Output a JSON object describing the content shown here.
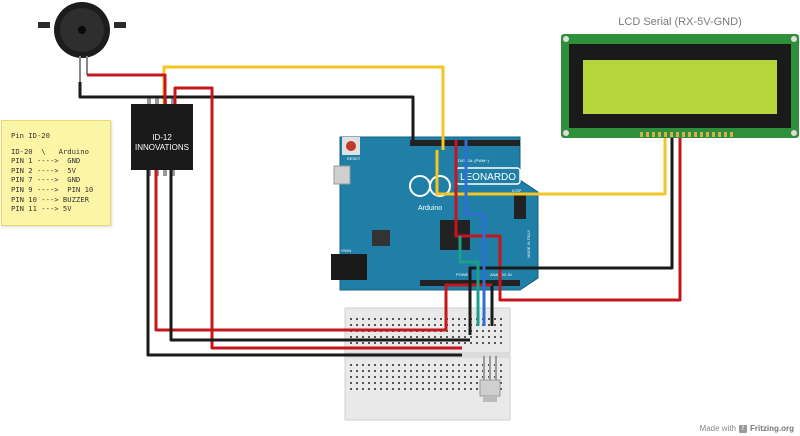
{
  "lcd": {
    "title": "LCD Serial (RX-5V-GND)"
  },
  "note": {
    "heading": "Pin ID-20",
    "lines": [
      "ID-20  \\   Arduino",
      "PIN 1 ---->  GND",
      "PIN 2 ---->  5V",
      "PIN 7 ---->  GND",
      "PIN 9 ---->  PIN 10",
      "PIN 10 ---> BUZZER",
      "PIN 11 ---> 5V"
    ]
  },
  "rfid": {
    "line1": "ID-12",
    "line2": "INNOVATIONS"
  },
  "arduino": {
    "brand": "LEONARDO",
    "sub": "Arduino",
    "reset": "RESET",
    "digital": "DIGITAL (PWM~)",
    "power": "POWER",
    "analog": "ANALOG IN",
    "icsp": "ICSP",
    "vin": "+9VIN",
    "made": "MADE IN ITALY"
  },
  "footer": {
    "made_with": "Made with",
    "brand": "Fritzing.org"
  },
  "colors": {
    "red": "#c4161c",
    "black": "#1a1a1a",
    "yellow": "#f3c623",
    "blue": "#2e6fd1",
    "board": "#1f7fa6",
    "lcd_pcb": "#2f8f3a",
    "lcd_screen": "#b6d43b"
  }
}
